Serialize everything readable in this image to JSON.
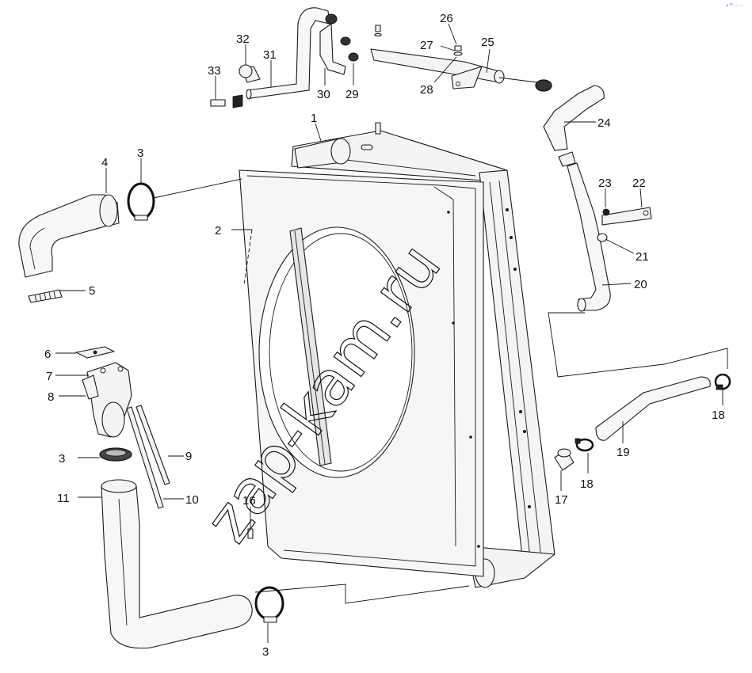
{
  "watermark": "zap-kam.ru",
  "corner_mark": "•™ ◦◦◦",
  "callouts": {
    "p1": "1",
    "p2": "2",
    "p3a": "3",
    "p3b": "3",
    "p3c": "3",
    "p4": "4",
    "p5": "5",
    "p6": "6",
    "p7": "7",
    "p8": "8",
    "p9": "9",
    "p10": "10",
    "p11": "11",
    "p16": "16",
    "p17": "17",
    "p18a": "18",
    "p18b": "18",
    "p19": "19",
    "p20": "20",
    "p21": "21",
    "p22": "22",
    "p23": "23",
    "p24": "24",
    "p25": "25",
    "p26": "26",
    "p27": "27",
    "p28": "28",
    "p29": "29",
    "p30": "30",
    "p31": "31",
    "p32": "32",
    "p33": "33"
  }
}
